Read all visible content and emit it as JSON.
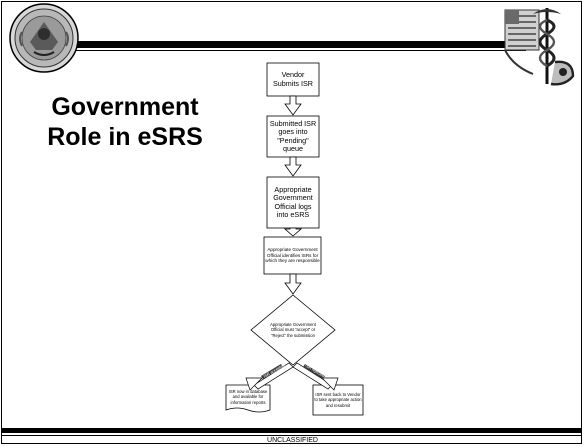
{
  "slide": {
    "title_line1": "Government",
    "title_line2": "Role in eSRS",
    "footer": "UNCLASSIFIED"
  },
  "logos": {
    "left": "army-seal-icon",
    "right": "medical-caduceus-emblem-icon"
  },
  "flowchart": {
    "nodes": [
      {
        "id": "step1",
        "shape": "rect",
        "text": "Vendor Submits ISR"
      },
      {
        "id": "step2",
        "shape": "rect",
        "text": "Submitted ISR goes into \"Pending\" queue"
      },
      {
        "id": "step3",
        "shape": "rect",
        "text": "Appropriate Government Official logs into eSRS"
      },
      {
        "id": "step4",
        "shape": "rect",
        "text": "Appropriate Government Official identifies ISRs for which they are responsible"
      },
      {
        "id": "decision",
        "shape": "diamond",
        "text": "Appropriate Government Official must \"accept\" or \"Reject\" the submission"
      },
      {
        "id": "accept",
        "shape": "document",
        "text": "ISR now in database and available for information reports"
      },
      {
        "id": "reject",
        "shape": "rect",
        "text": "ISR sent back to Vendor to take appropriate action and resubmit"
      }
    ],
    "branches": {
      "accept_label": "ISR accepted",
      "reject_label": "ISR rejected"
    }
  }
}
